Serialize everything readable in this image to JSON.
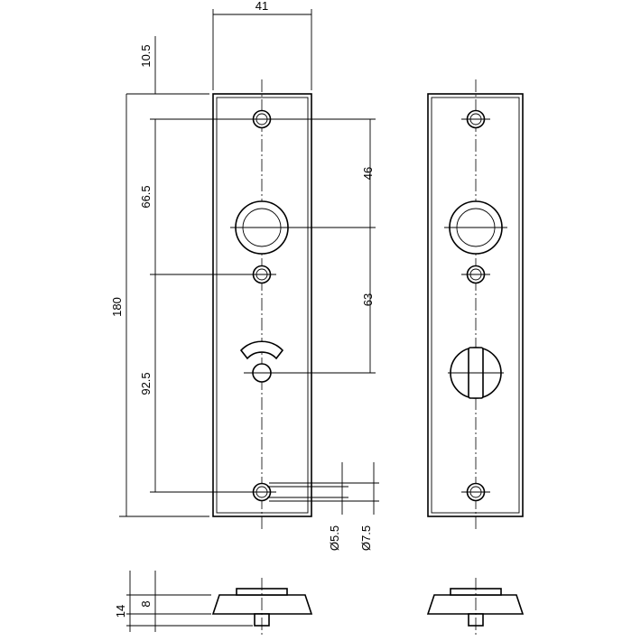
{
  "dimensions": {
    "width": "41",
    "top_offset": "10.5",
    "upper_hole_to_spindle": "66.5",
    "total_height": "180",
    "lower_hole_to_screw": "92.5",
    "spindle_upper": "46",
    "spindle_lower": "63",
    "screw_hole_inner": "Ø5.5",
    "screw_hole_outer": "Ø7.5",
    "total_thickness": "14",
    "plate_thickness": "8"
  },
  "views": {
    "front_variant": "toilet indicator window",
    "back_variant": "turn knob"
  }
}
